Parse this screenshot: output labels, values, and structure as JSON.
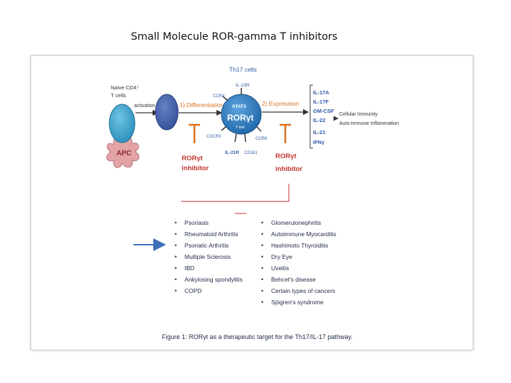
{
  "slide": {
    "title": "Small Molecule ROR-gamma T inhibitors"
  },
  "diagram": {
    "th17_label": "Th17 cells",
    "naive_label_line1": "Naive CD4⁺",
    "naive_label_line2": "T cells",
    "activation_label": "activation",
    "apc_label": "APC",
    "differentiation_label": "1) Differentiation",
    "expression_label": "2) Expression",
    "receptors": {
      "il23r": "IL-23R",
      "ccr4": "CCR4",
      "cxcr3": "CXCR3",
      "ccr6": "CCR6",
      "il21r": "IL-21R",
      "cd161": "CD161"
    },
    "cell_core": {
      "stat3": "STAT3",
      "roryt": "RORγt",
      "tbet": "T-bet"
    },
    "inhibitor_left": [
      "RORγt",
      "inhibitor"
    ],
    "inhibitor_right": [
      "RORγt",
      "inhibitor"
    ],
    "cytokines": [
      "IL-17A",
      "IL-17F",
      "GM-CSF",
      "IL-22",
      "IL-21",
      "IFNγ"
    ],
    "outcomes": [
      "Cellular Immunity",
      "Auto-Immune Inflammation"
    ],
    "colors": {
      "cell_blue": "#2f7fc4",
      "naive_cell": "#3aa8cf",
      "activated_cell": "#3f5fa8",
      "apc_pink": "#e2a3a6",
      "inhibitor_orange": "#d9701f",
      "inhibitor_text_red": "#c0322a",
      "label_blue": "#2f5aa8",
      "line_red": "#c0322a",
      "arrow_blue": "#3f6fb8"
    }
  },
  "diseases": {
    "left": [
      "Psoriasis",
      "Rheumatoid Arthritis",
      "Psoriatic Arthritis",
      "Multiple Sclerosis",
      "IBD",
      "Ankylosing spondylitis",
      "COPD"
    ],
    "right": [
      "Glomerulonephritis",
      "Autoimmune Myocarditis",
      "Hashimoto Thyroiditis",
      "Dry Eye",
      "Uveitis",
      "Behcet's disease",
      "Certain types of cancers",
      "Sjögren's syndrome"
    ]
  },
  "caption": "Figure 1: RORγt as a therapeutic target for the Th17/IL-17 pathway."
}
